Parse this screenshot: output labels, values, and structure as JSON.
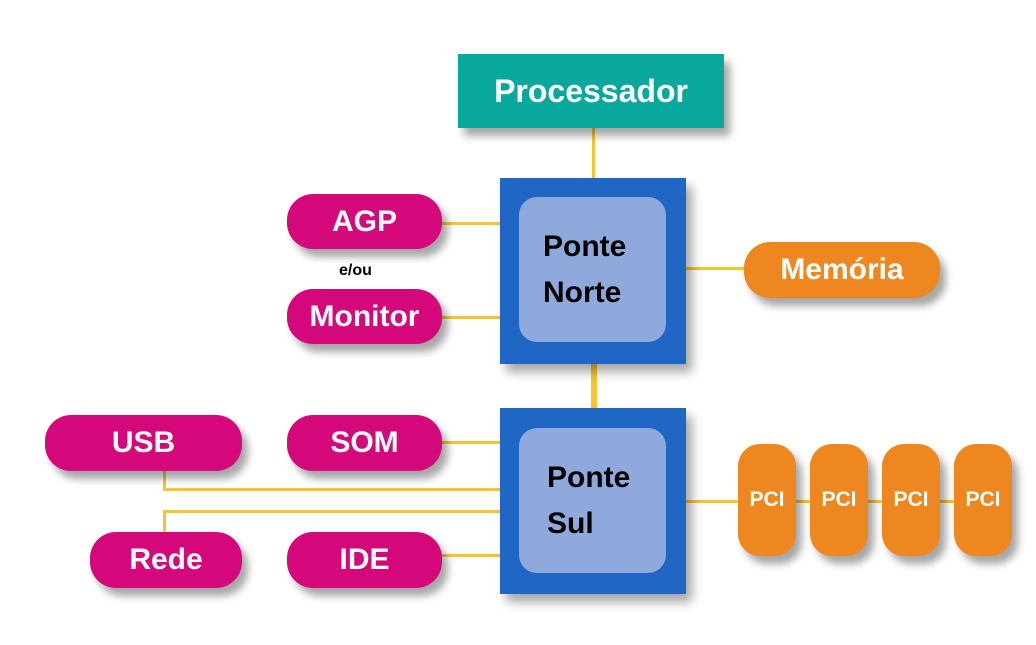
{
  "nodes": {
    "processor": "Processador",
    "north_bridge": [
      "Ponte",
      "Norte"
    ],
    "south_bridge": [
      "Ponte",
      "Sul"
    ],
    "agp": "AGP",
    "and_or": "e/ou",
    "monitor": "Monitor",
    "memory": "Memória",
    "usb": "USB",
    "sound": "SOM",
    "network": "Rede",
    "ide": "IDE",
    "pci": [
      "PCI",
      "PCI",
      "PCI",
      "PCI"
    ]
  },
  "colors": {
    "processor": "#08a89c",
    "chip_outer": "#2066c4",
    "chip_inner": "#8fa9dc",
    "peripheral": "#d4087a",
    "memory_bus": "#ef8720",
    "connector": "#f7c52d"
  }
}
